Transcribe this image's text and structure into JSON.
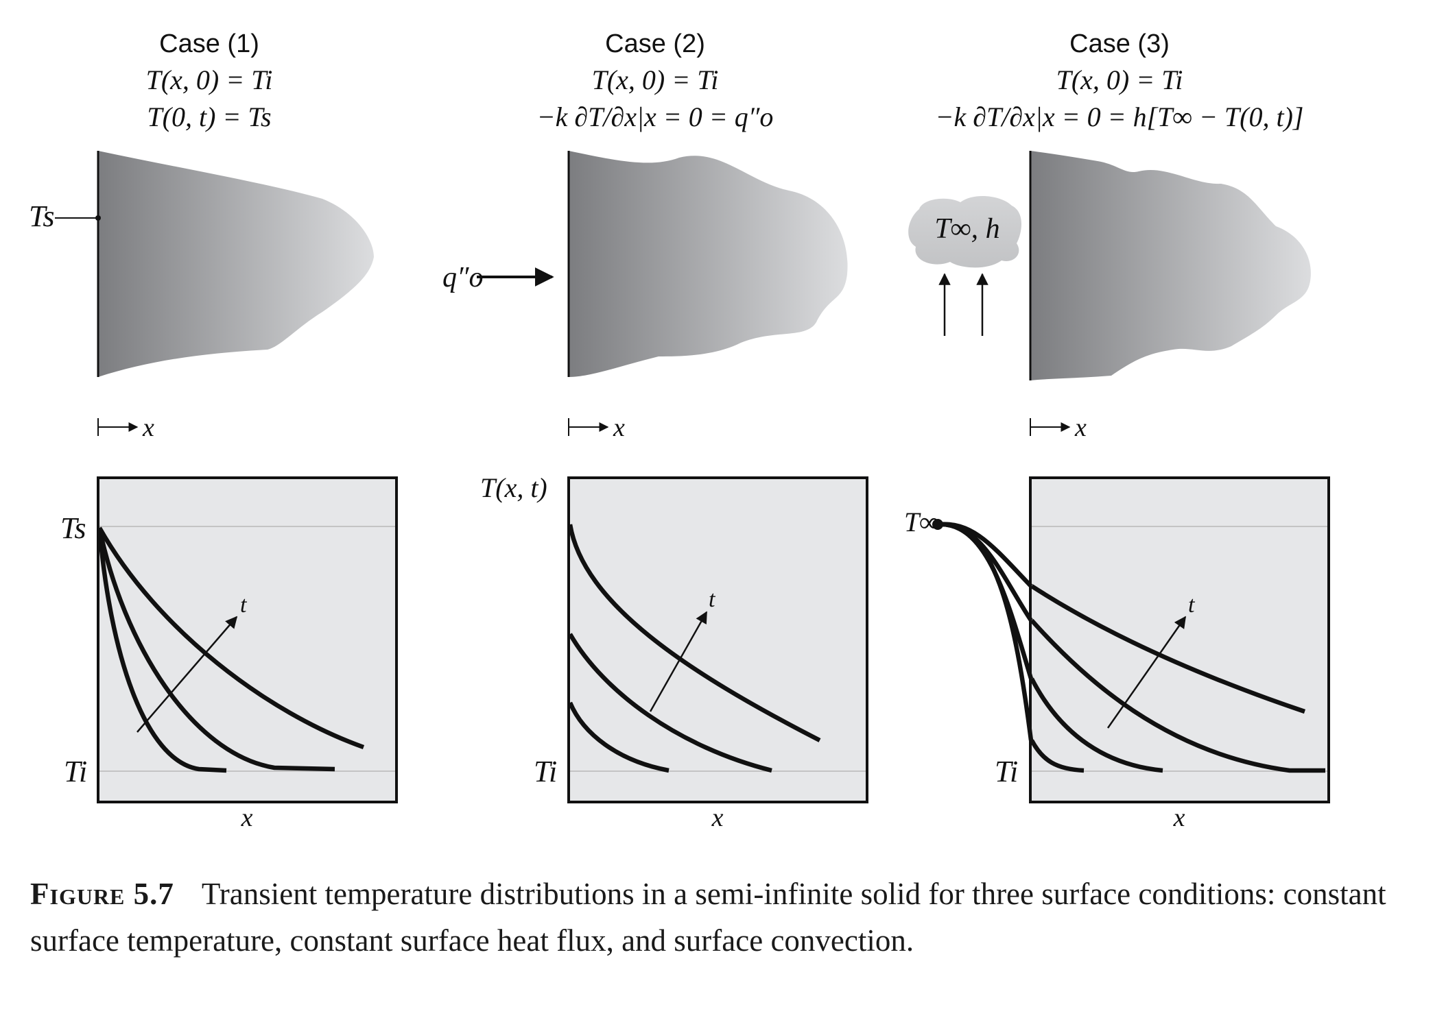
{
  "cases": [
    {
      "title": "Case (1)",
      "initial_condition": "T(x, 0) = Ti",
      "boundary_condition": "T(0, t) = Ts",
      "surface_label": "Ts",
      "plot_top_label": "Ts",
      "plot_bottom_label": "Ti"
    },
    {
      "title": "Case (2)",
      "initial_condition": "T(x, 0) = Ti",
      "boundary_condition": "−k ∂T/∂x|x = 0 = q″o",
      "surface_label": "q″o",
      "plot_top_label": "T(x, t)",
      "plot_bottom_label": "Ti"
    },
    {
      "title": "Case (3)",
      "initial_condition": "T(x, 0) = Ti",
      "boundary_condition": "−k ∂T/∂x|x = 0 = h[T∞ − T(0, t)]",
      "surface_label": "T∞, h",
      "plot_top_label": "T∞",
      "plot_bottom_label": "Ti"
    }
  ],
  "axis": {
    "x_label": "x",
    "time_label": "t"
  },
  "caption": {
    "label": "Figure 5.7",
    "text": "Transient temperature distributions in a semi-infinite solid for three surface conditions: constant surface temperature, constant surface heat flux, and surface convection."
  },
  "colors": {
    "plot_background": "#e6e7e9",
    "curve": "#111111",
    "reference_line": "#c4c4c4",
    "solid_dark": "#7c7d80",
    "solid_light": "#dcdddf"
  }
}
